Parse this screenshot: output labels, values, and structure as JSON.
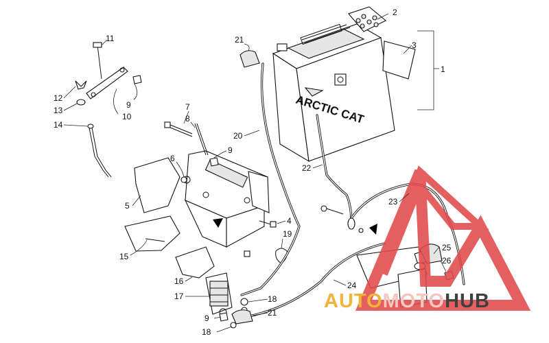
{
  "diagram": {
    "battery_brand_text": "ARCTIC CAT",
    "callouts": [
      "1",
      "2",
      "3",
      "4",
      "5",
      "6",
      "7",
      "8",
      "9",
      "9",
      "9",
      "10",
      "11",
      "12",
      "13",
      "14",
      "15",
      "16",
      "17",
      "18",
      "18",
      "19",
      "20",
      "21",
      "21",
      "22",
      "23",
      "24",
      "25",
      "26"
    ]
  },
  "watermark": {
    "part1": "AUTO",
    "part2": "MOTO",
    "part3": "HUB",
    "colors": {
      "auto": "#f0b43c",
      "moto": "#f5c6c0",
      "hub": "#404040",
      "triangle": "#e14a4a"
    }
  }
}
